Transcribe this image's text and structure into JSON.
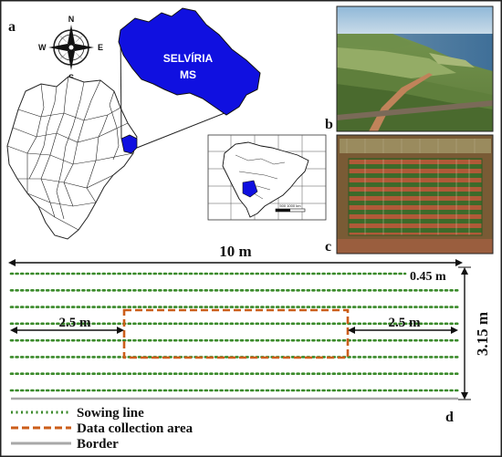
{
  "panels": {
    "a": "a",
    "b": "b",
    "c": "c",
    "d": "d"
  },
  "compass": {
    "n": "N",
    "s": "S",
    "e": "E",
    "w": "W"
  },
  "inset_map": {
    "region_line1": "SELVÍRIA",
    "region_line2": "MS",
    "region_color": "#1010e0",
    "scale_label": "500 1000 km"
  },
  "layout_diagram": {
    "length_label": "10 m",
    "row_spacing_label": "0.45 m",
    "width_label": "3.15 m",
    "left_offset_label": "2.5 m",
    "right_offset_label": "2.5 m",
    "sowing_line_count": 8,
    "colors": {
      "sowing_line": "#3a8a2a",
      "data_area": "#cc5e1a",
      "border": "#a8a8a8"
    }
  },
  "legend": {
    "sowing": "Sowing line",
    "data_area": "Data collection area",
    "border": "Border"
  }
}
